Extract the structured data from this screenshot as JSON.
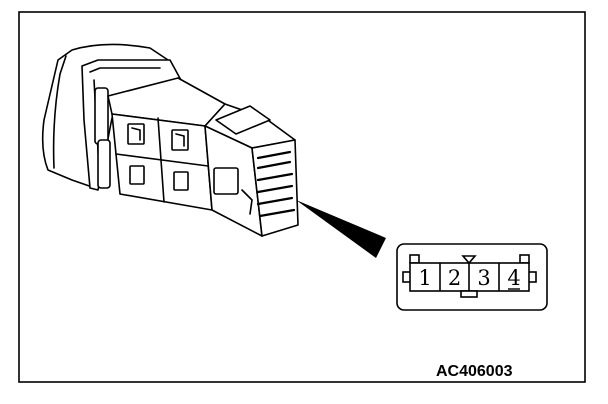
{
  "figure": {
    "reference_code": "AC406003",
    "connector": {
      "pins": [
        "1",
        "2",
        "3",
        "4"
      ]
    },
    "colors": {
      "line": "#000000",
      "background": "#ffffff"
    }
  }
}
